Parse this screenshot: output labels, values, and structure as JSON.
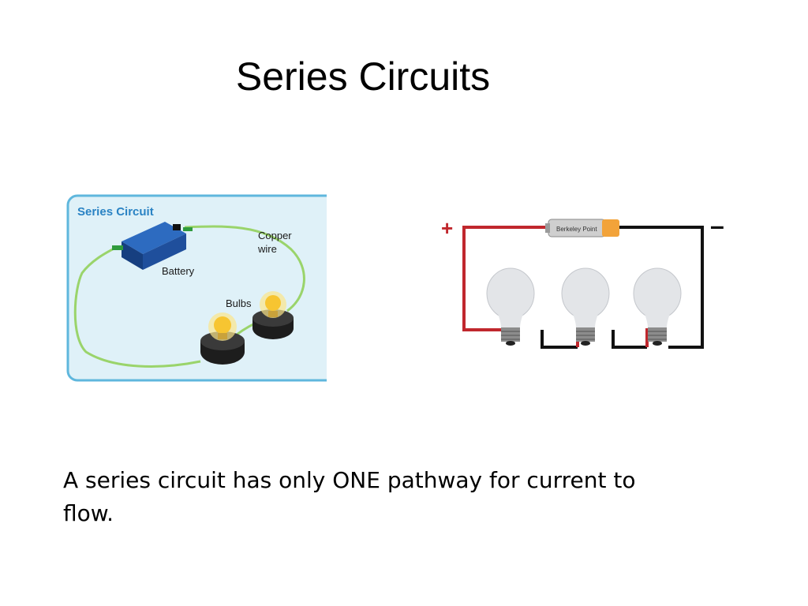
{
  "slide": {
    "title": "Series Circuits",
    "body_text": "A series circuit has only ONE pathway for current to flow."
  },
  "left_diagram": {
    "heading": "Series Circuit",
    "label_copper": "Copper",
    "label_wire": "wire",
    "label_battery": "Battery",
    "label_bulbs": "Bulbs",
    "colors": {
      "panel_fill": "#dff1f8",
      "panel_border": "#5fb7dd",
      "heading": "#2a83c4",
      "wire": "#9ad46b",
      "battery": "#1f4f9c",
      "bulb_glow": "#f7c531",
      "socket": "#1d1d1d"
    }
  },
  "right_diagram": {
    "plus_sign": "+",
    "minus_sign": "–",
    "battery_label": "Berkeley Point",
    "colors": {
      "positive_wire": "#c0272d",
      "negative_wire": "#111111",
      "battery_body": "#cfcfcf",
      "battery_cap": "#f2a33a",
      "bulb_glass": "#e3e5e8",
      "bulb_base": "#8c8c8c"
    }
  }
}
